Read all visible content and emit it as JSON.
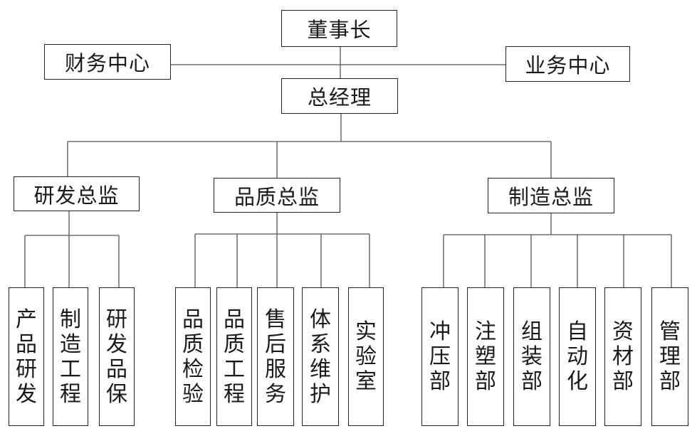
{
  "org": {
    "chairman": "董事长",
    "finance_center": "财务中心",
    "business_center": "业务中心",
    "general_manager": "总经理",
    "rd_director": "研发总监",
    "quality_director": "品质总监",
    "manufacturing_director": "制造总监",
    "rd_units": [
      "产品研发",
      "制造工程",
      "研发品保"
    ],
    "quality_units": [
      "品质检验",
      "品质工程",
      "售后服务",
      "体系维护",
      "实验室"
    ],
    "manufacturing_units": [
      "冲压部",
      "注塑部",
      "组装部",
      "自动化",
      "资材部",
      "管理部"
    ]
  }
}
